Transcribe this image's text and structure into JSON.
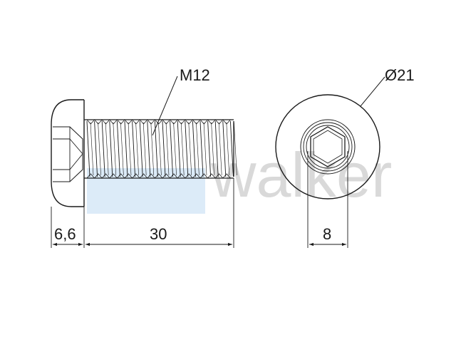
{
  "drawing": {
    "labels": {
      "thread_callout": "M12",
      "diameter_callout": "Ø21",
      "head_length": "6,6",
      "shank_length": "30",
      "hex_socket": "8"
    },
    "watermark": {
      "text": "walker",
      "logo_color": "#dcebf8",
      "text_color": "#d9d9d9"
    },
    "line_color": "#1a1a1a"
  }
}
